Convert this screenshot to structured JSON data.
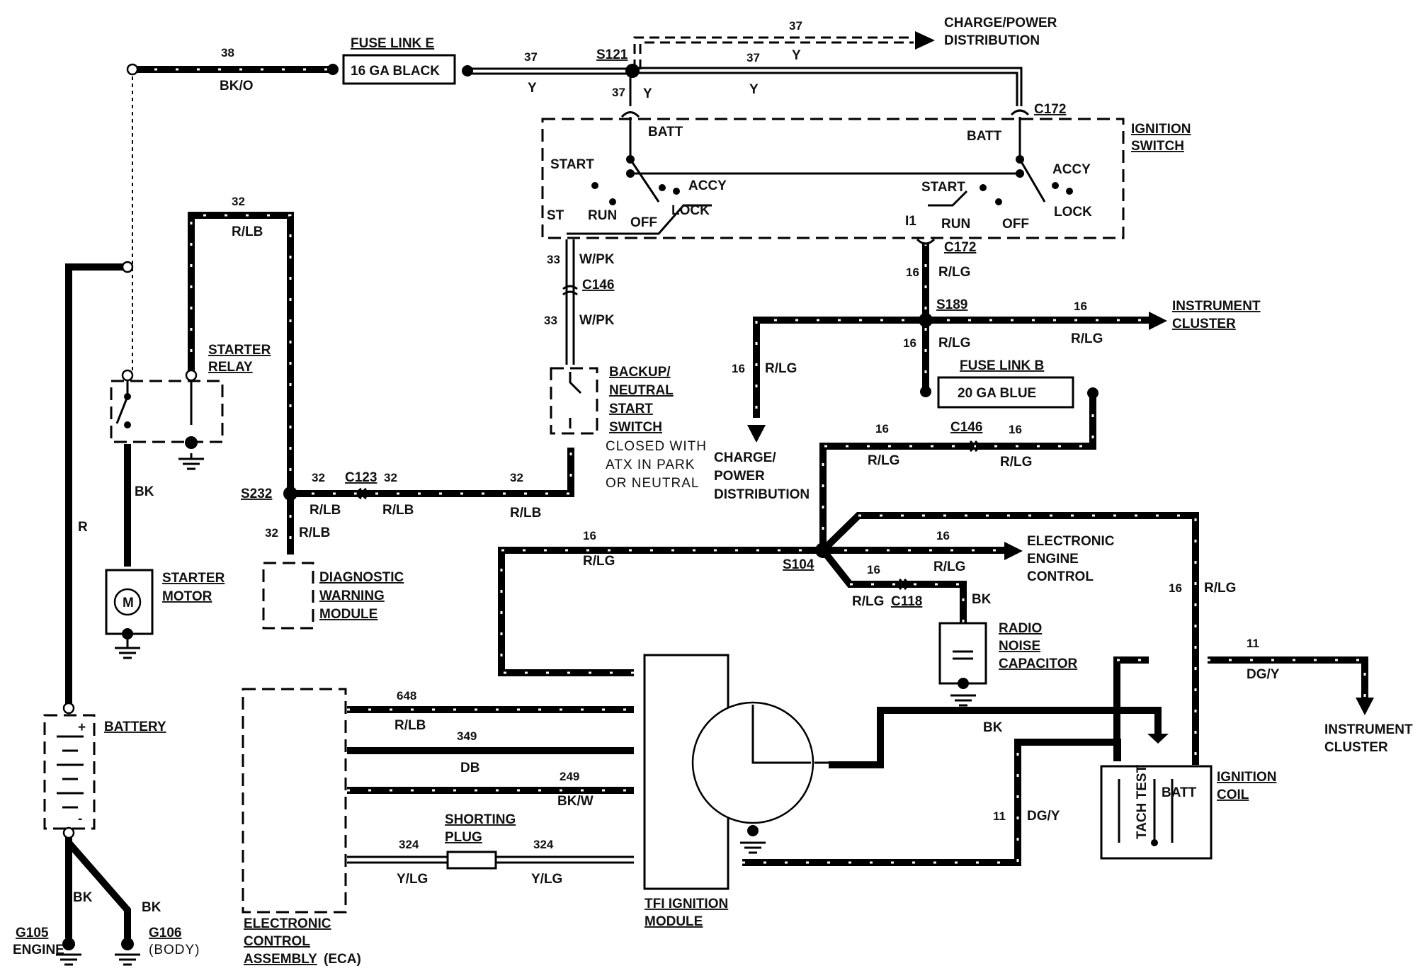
{
  "components": {
    "fuse_link_e": {
      "title": "FUSE LINK E",
      "rating": "16 GA BLACK"
    },
    "fuse_link_b": {
      "title": "FUSE LINK B",
      "rating": "20 GA BLUE"
    },
    "ignition_switch": {
      "title1": "IGNITION",
      "title2": "SWITCH",
      "batt": "BATT",
      "start": "START",
      "accy": "ACCY",
      "run": "RUN",
      "off": "OFF",
      "lock": "LOCK",
      "st": "ST",
      "i1": "I1"
    },
    "starter_relay": {
      "title1": "STARTER",
      "title2": "RELAY"
    },
    "starter_motor": {
      "title1": "STARTER",
      "title2": "MOTOR",
      "symbol": "M"
    },
    "battery": {
      "title": "BATTERY",
      "plus": "+",
      "minus": "-"
    },
    "backup_switch": {
      "t1": "BACKUP/",
      "t2": "NEUTRAL",
      "t3": "START",
      "t4": "SWITCH",
      "n1": "CLOSED WITH",
      "n2": "ATX IN PARK",
      "n3": "OR NEUTRAL"
    },
    "diagnostic_module": {
      "t1": "DIAGNOSTIC",
      "t2": "WARNING",
      "t3": "MODULE"
    },
    "eca": {
      "t1": "ELECTRONIC",
      "t2": "CONTROL",
      "t3": "ASSEMBLY",
      "suffix": "(ECA)"
    },
    "shorting_plug": {
      "t1": "SHORTING",
      "t2": "PLUG"
    },
    "tfi_module": {
      "t1": "TFI IGNITION",
      "t2": "MODULE"
    },
    "radio_capacitor": {
      "t1": "RADIO",
      "t2": "NOISE",
      "t3": "CAPACITOR"
    },
    "ignition_coil": {
      "t1": "IGNITION",
      "t2": "COIL",
      "tach": "TACH TEST",
      "batt": "BATT"
    },
    "grounds": {
      "g105": "G105",
      "engine": "ENGINE",
      "g106": "G106",
      "body": "(BODY)"
    }
  },
  "destinations": {
    "charge_top": {
      "l1": "CHARGE/POWER",
      "l2": "DISTRIBUTION"
    },
    "charge_mid": {
      "l1": "CHARGE/",
      "l2": "POWER",
      "l3": "DISTRIBUTION"
    },
    "instrument_1": {
      "l1": "INSTRUMENT",
      "l2": "CLUSTER"
    },
    "instrument_2": {
      "l1": "INSTRUMENT",
      "l2": "CLUSTER"
    },
    "eec": {
      "l1": "ELECTRONIC",
      "l2": "ENGINE",
      "l3": "CONTROL"
    }
  },
  "connectors": {
    "s121": "S121",
    "c172a": "C172",
    "c172b": "C172",
    "c146a": "C146",
    "c146b": "C146",
    "s189": "S189",
    "s232": "S232",
    "c123": "C123",
    "s104": "S104",
    "c118": "C118"
  },
  "wires": {
    "c38": "38",
    "bko": "BK/O",
    "c37": "37",
    "y": "Y",
    "c32": "32",
    "rlb": "R/LB",
    "c33": "33",
    "wpk": "W/PK",
    "c16": "16",
    "rlg": "R/LG",
    "c11": "11",
    "dgy": "DG/Y",
    "bk": "BK",
    "r": "R",
    "c648": "648",
    "c349": "349",
    "db": "DB",
    "c249": "249",
    "bkw": "BK/W",
    "c324": "324",
    "ylg": "Y/LG"
  }
}
